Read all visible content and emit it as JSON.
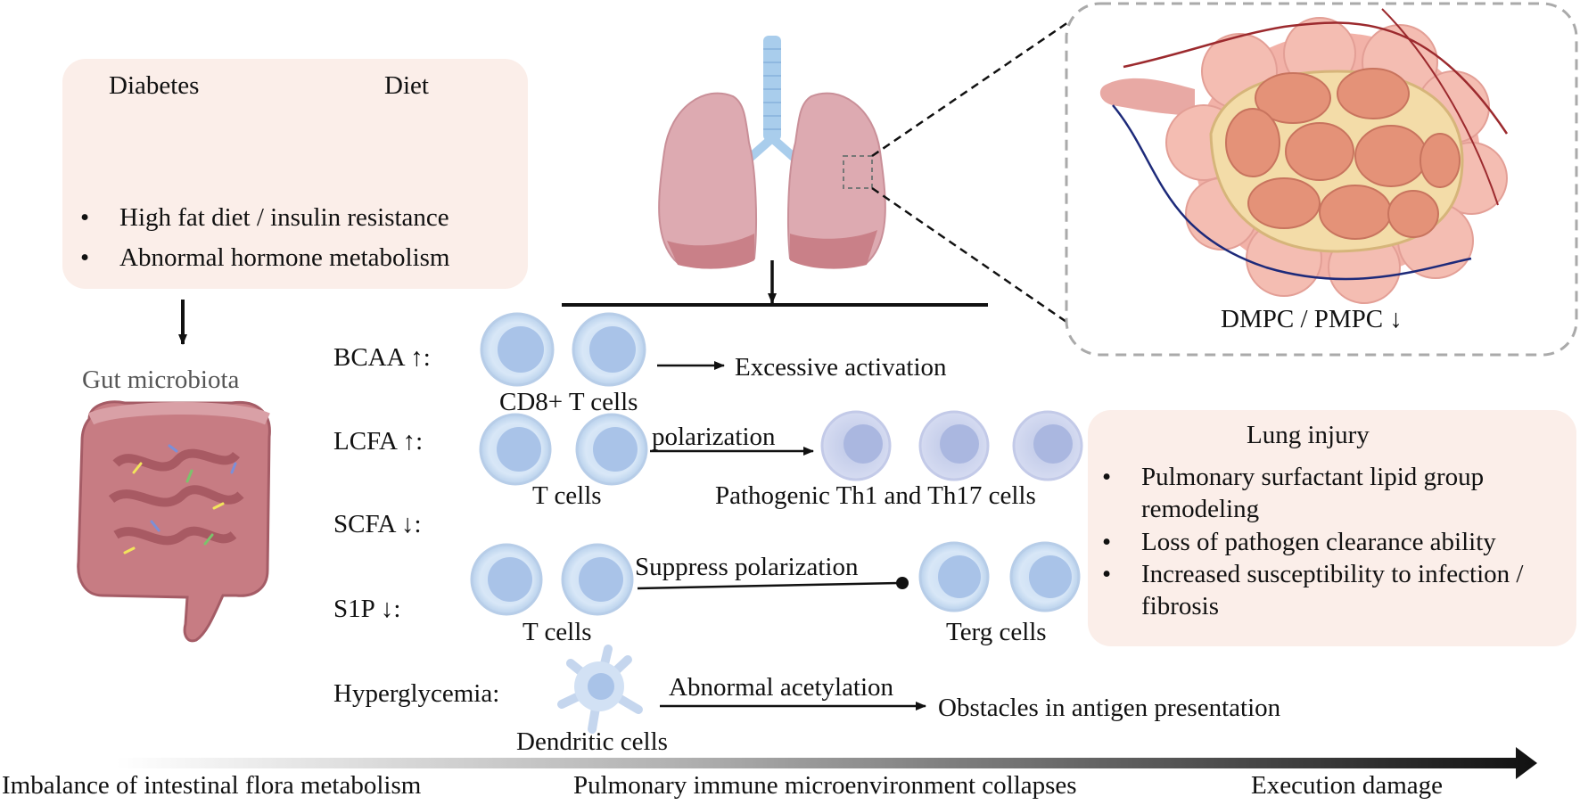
{
  "risk_box": {
    "diabetes_label": "Diabetes",
    "diet_label": "Diet",
    "bullets": [
      "High fat diet / insulin resistance",
      "Abnormal hormone metabolism"
    ]
  },
  "gut_label": "Gut microbiota",
  "alveoli_label": "DMPC / PMPC ↓",
  "rows": {
    "bcaa": {
      "label": "BCAA ↑:",
      "cells": "CD8+ T cells",
      "outcome": "Excessive activation"
    },
    "lcfa": {
      "label": "LCFA ↑:",
      "cells": "T cells",
      "arrow": "polarization",
      "outcome": "Pathogenic Th1 and Th17 cells"
    },
    "scfa": {
      "label": "SCFA ↓:"
    },
    "s1p": {
      "label": "S1P ↓:",
      "cells": "T cells",
      "arrow": "Suppress polarization",
      "outcome": "Terg cells"
    },
    "hyper": {
      "label": "Hyperglycemia:",
      "cells": "Dendritic cells",
      "arrow": "Abnormal acetylation",
      "outcome": "Obstacles in antigen presentation"
    }
  },
  "injury_box": {
    "title": "Lung injury",
    "bullets": [
      "Pulmonary surfactant lipid group remodeling",
      "Loss of pathogen clearance ability",
      "Increased susceptibility to infection / fibrosis"
    ]
  },
  "timeline": {
    "start": "Imbalance of intestinal flora metabolism",
    "middle": "Pulmonary immune microenvironment collapses",
    "end": "Execution damage"
  },
  "colors": {
    "box_fill": "#fbeee9",
    "cell_fill": "#d6e6f6",
    "cell_nucleus": "#a9c3e8",
    "lung": "#d9a3aa",
    "alveolus": "#e9a792"
  }
}
